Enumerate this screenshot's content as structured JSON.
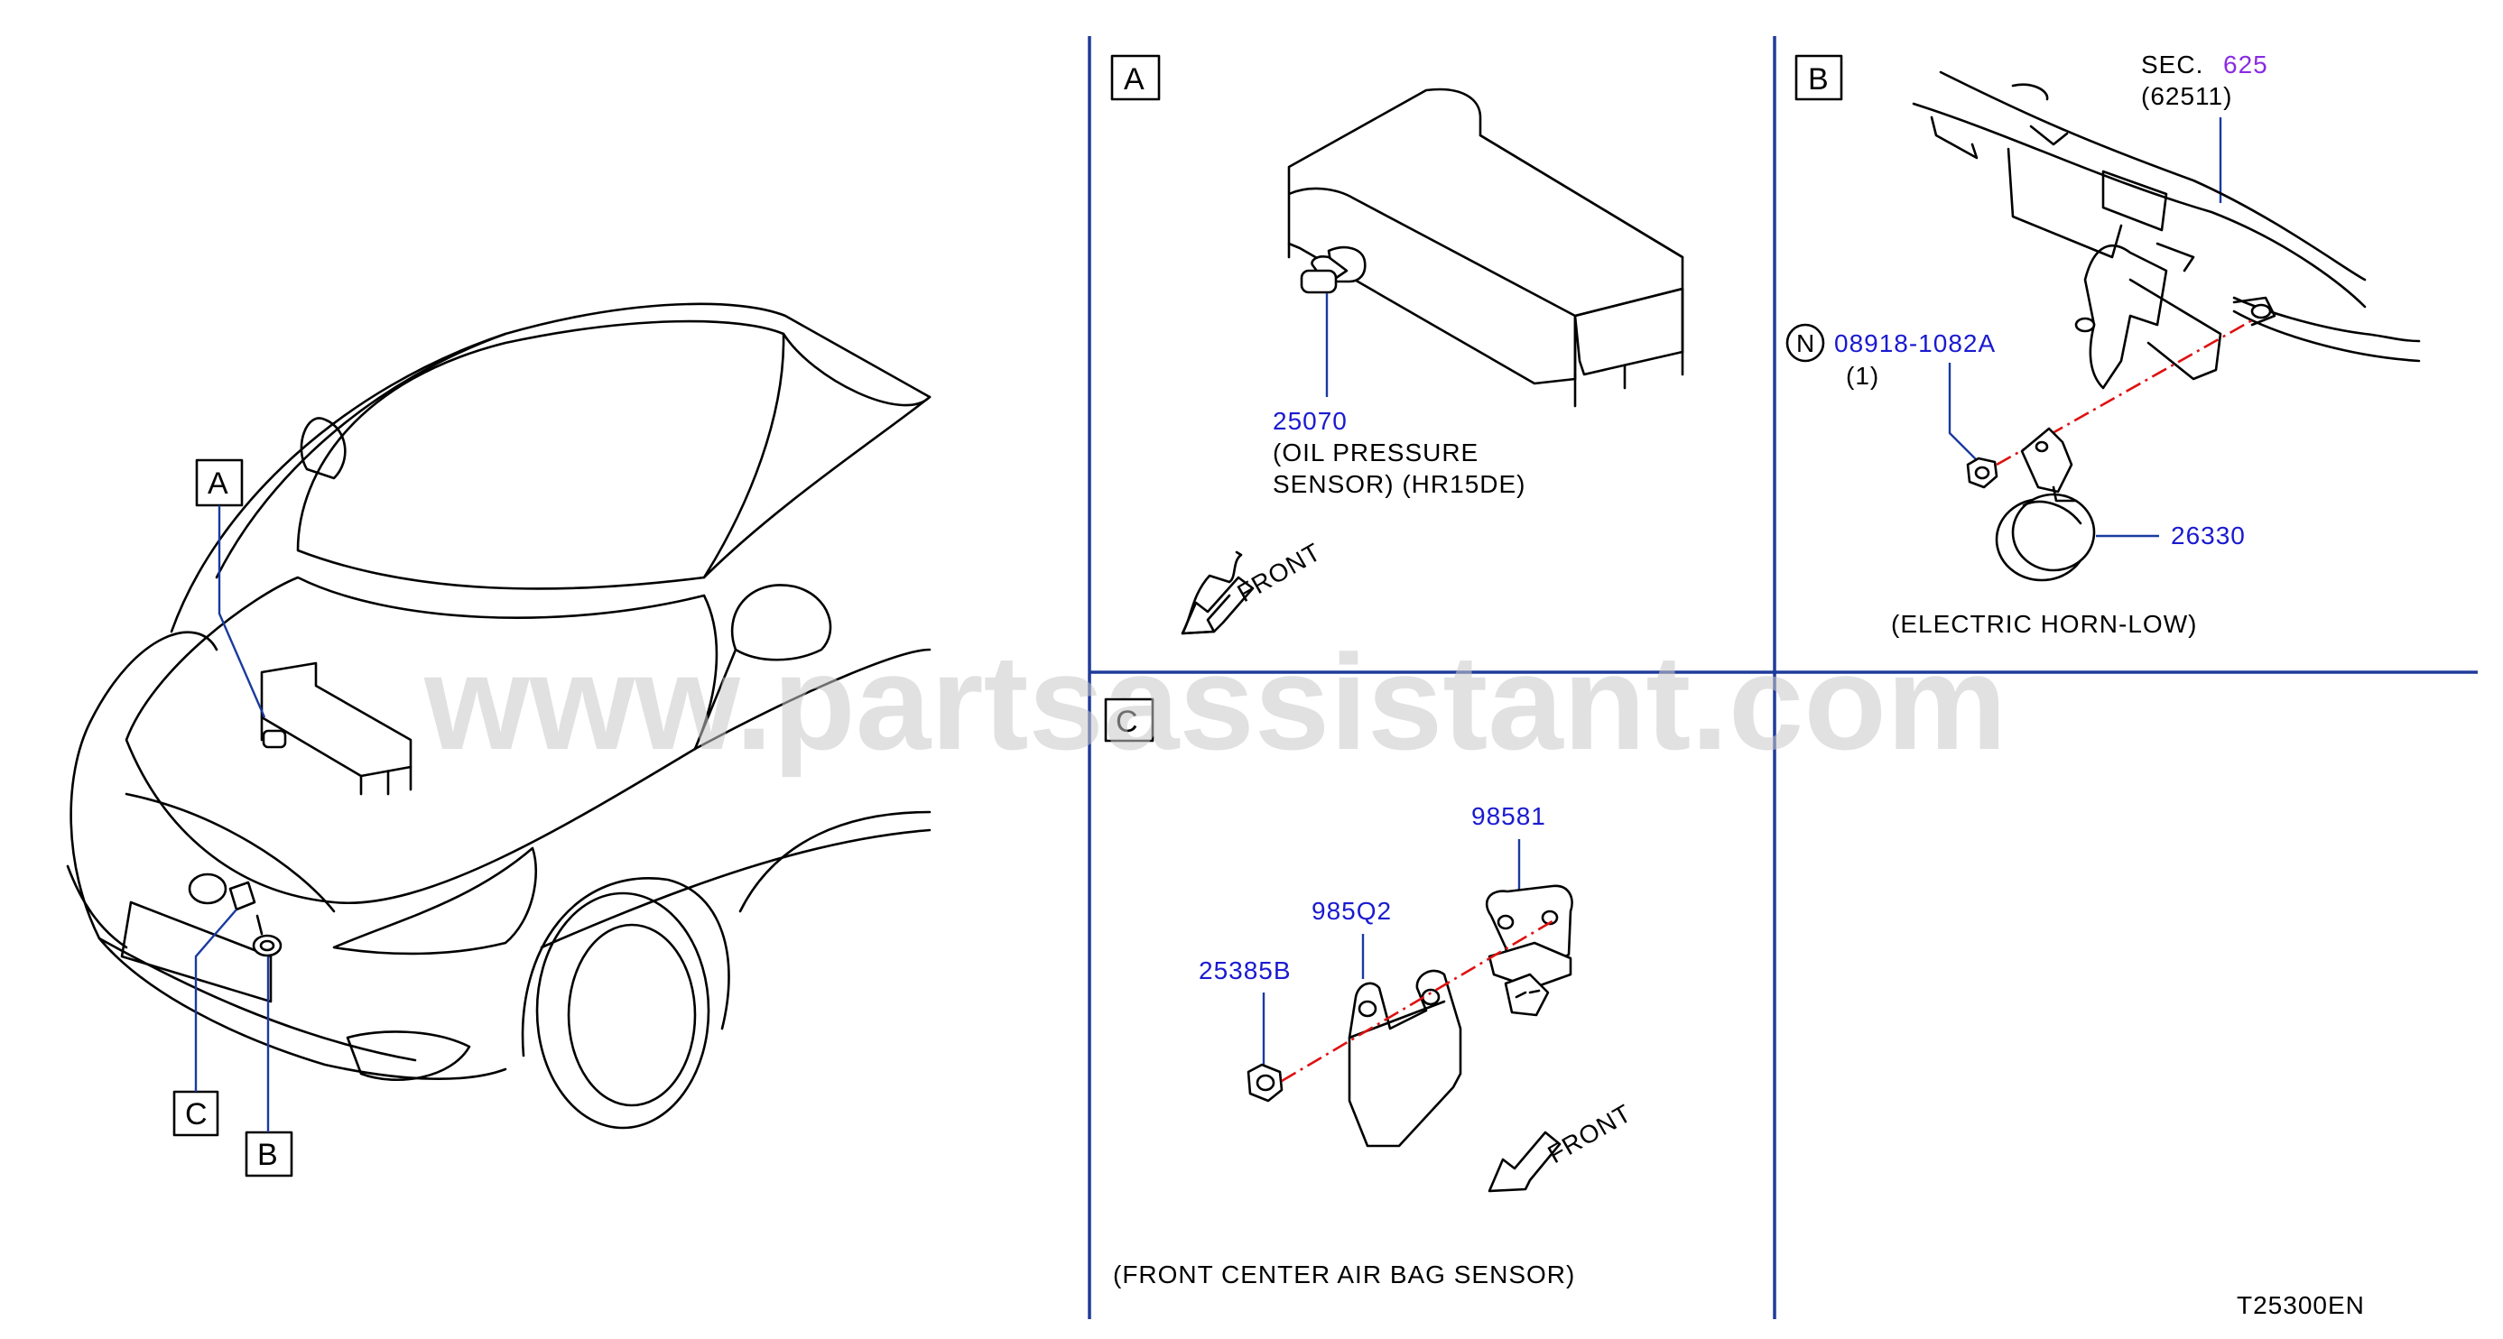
{
  "diagram_code": "T25300EN",
  "watermark": "www.partsassistant.com",
  "overview": {
    "callouts": [
      "A",
      "C",
      "B"
    ]
  },
  "panel_a": {
    "label": "A",
    "part_number": "25070",
    "desc_line1": "(OIL   PRESSURE",
    "desc_line2": "SENSOR)     (HR15DE)",
    "front": "FRONT"
  },
  "panel_b": {
    "label": "B",
    "sec_prefix": "SEC.",
    "sec_number": "625",
    "sec_sub": "(62511)",
    "nut_symbol": "N",
    "nut_part": "08918-1082A",
    "nut_qty": "(1)",
    "horn_part": "26330",
    "caption": "(ELECTRIC   HORN-LOW)"
  },
  "panel_c": {
    "label": "C",
    "part_98581": "98581",
    "part_985q2": "985Q2",
    "part_25385b": "25385B",
    "front": "FRONT",
    "caption": "(FRONT   CENTER   AIR   BAG   SENSOR)"
  }
}
